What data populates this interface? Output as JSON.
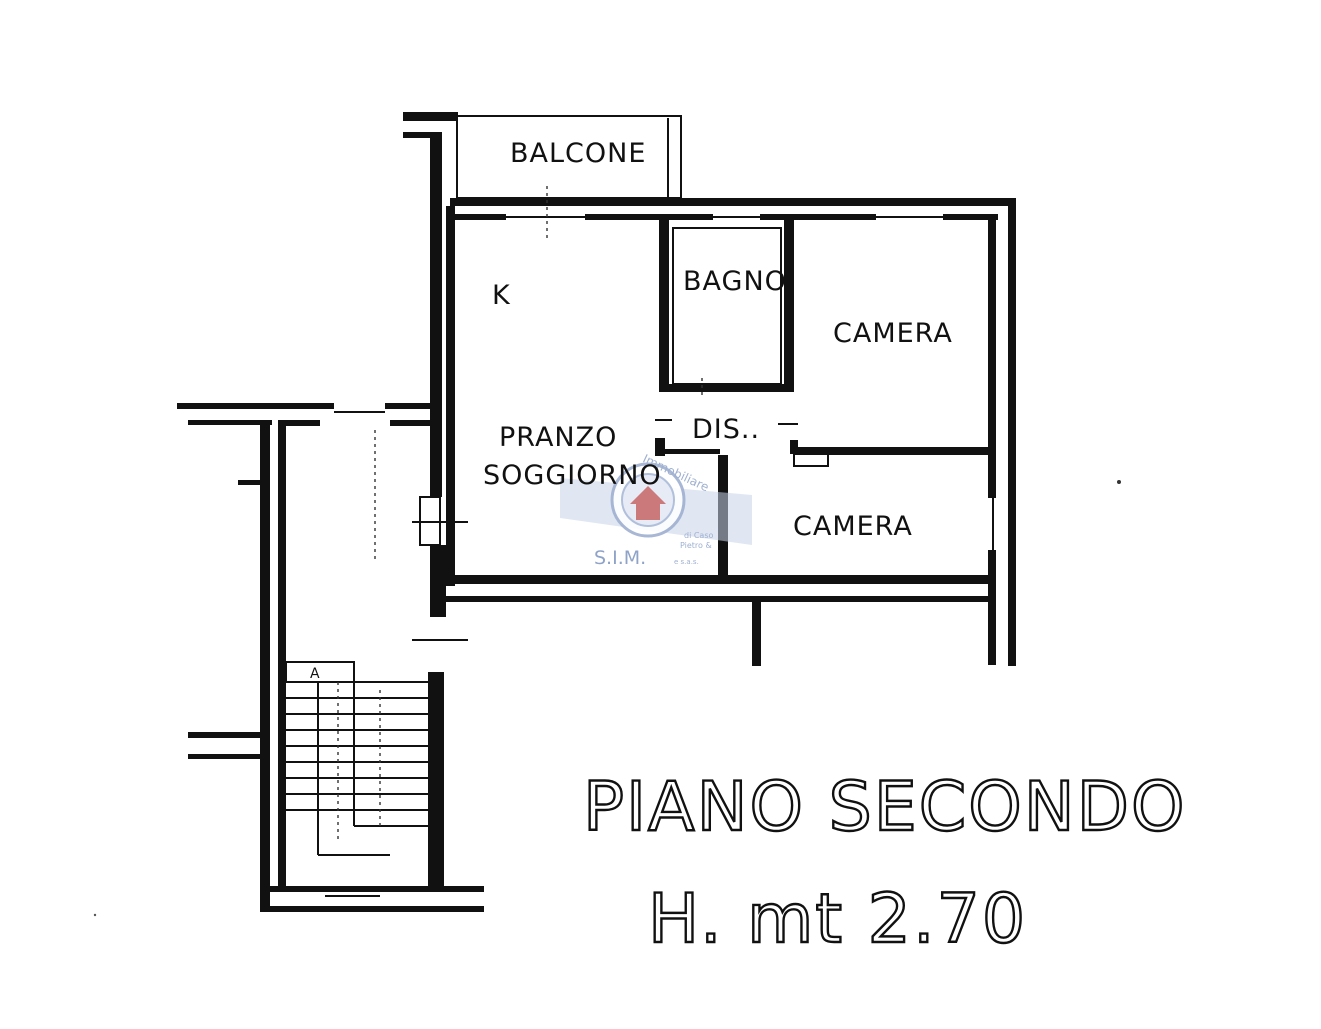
{
  "rooms": {
    "balcony": "BALCONE",
    "kitchen": "K",
    "bathroom": "BAGNO",
    "bedroom_1": "CAMERA",
    "living": "PRANZO",
    "living_2": "SOGGIORNO",
    "hallway": "DIS..",
    "bedroom_2": "CAMERA",
    "stair": "A"
  },
  "floor": {
    "title": "PIANO SECONDO",
    "height": "H. mt 2.70"
  },
  "watermark": {
    "text": "S.I.M.",
    "suffix": "e s.a.s.",
    "arc": "Immobiliare",
    "detail_1": "di Caso",
    "detail_2": "Pietro &",
    "color": "#8fa3c8"
  }
}
